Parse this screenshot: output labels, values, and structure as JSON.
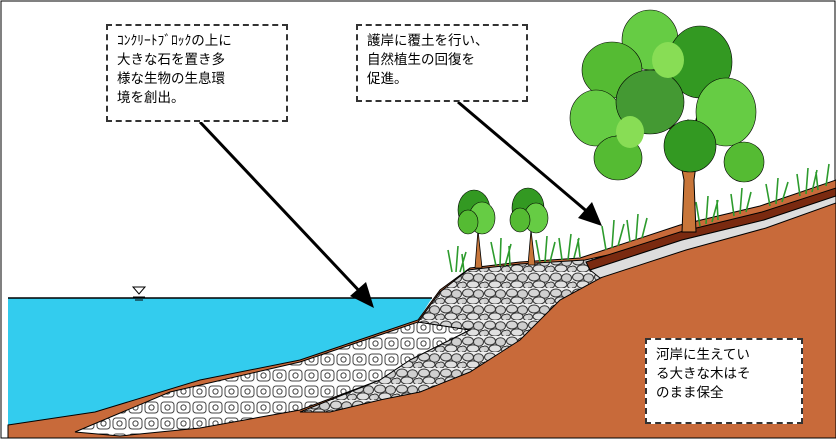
{
  "callouts": {
    "concrete_block": {
      "lines": [
        "ｺﾝｸﾘｰﾄﾌﾞﾛｯｸの上に",
        "大きな石を置き多",
        "様な生物の生息環",
        "境を創出。"
      ]
    },
    "soil_cover": {
      "lines": [
        "護岸に覆土を行い、",
        "自然植生の回復を",
        "促進。"
      ]
    },
    "big_tree": {
      "lines": [
        "河岸に生えてい",
        "る大きな木はそ",
        "のまま保全"
      ]
    }
  },
  "colors": {
    "water": "#33ccee",
    "soil": "#c86a3a",
    "soil_layer_dark": "#7a2a10",
    "grass": "#33aa33",
    "tree_trunk": "#c8763a",
    "foliage_light": "#66cc44",
    "foliage_dark": "#339922",
    "stone_fill": "#d8d8d8",
    "arrow": "#000000"
  },
  "icons": {
    "water_level_marker": "inverted-triangle-water-level-icon"
  }
}
